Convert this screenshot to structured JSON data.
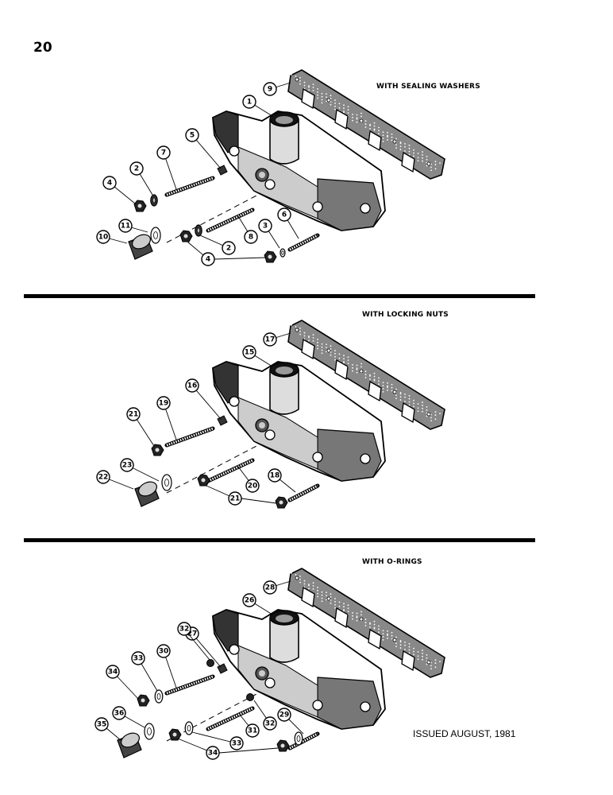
{
  "page_number": "20",
  "sections": [
    {
      "title": "WITH SEALING WASHERS",
      "callouts": {
        "gasket": "9",
        "manifold": "1",
        "plug_small": "5",
        "stud_long": "7",
        "washer_a": "2",
        "nut_a": "4",
        "seal": "11",
        "cap": "10",
        "stud_b": "8",
        "washer_b": "2",
        "nut_b": "4",
        "nut_c_label": "4",
        "washer_c": "3",
        "stud_c": "6"
      }
    },
    {
      "title": "WITH LOCKING NUTS",
      "callouts": {
        "gasket": "17",
        "manifold": "15",
        "plug_small": "16",
        "stud_long": "19",
        "nut_a": "21",
        "seal": "23",
        "cap": "22",
        "stud_b": "20",
        "nut_b": "21",
        "stud_c": "18"
      }
    },
    {
      "title": "WITH O-RINGS",
      "callouts": {
        "gasket": "28",
        "manifold": "26",
        "plug_small": "27",
        "stud_long": "30",
        "ring_a": "32",
        "washer_a": "33",
        "nut_a": "34",
        "seal": "36",
        "cap": "35",
        "stud_b": "31",
        "ring_b": "32",
        "washer_b": "33",
        "nut_b": "34",
        "stud_c": "29"
      }
    }
  ],
  "footer": "ISSUED AUGUST, 1981"
}
